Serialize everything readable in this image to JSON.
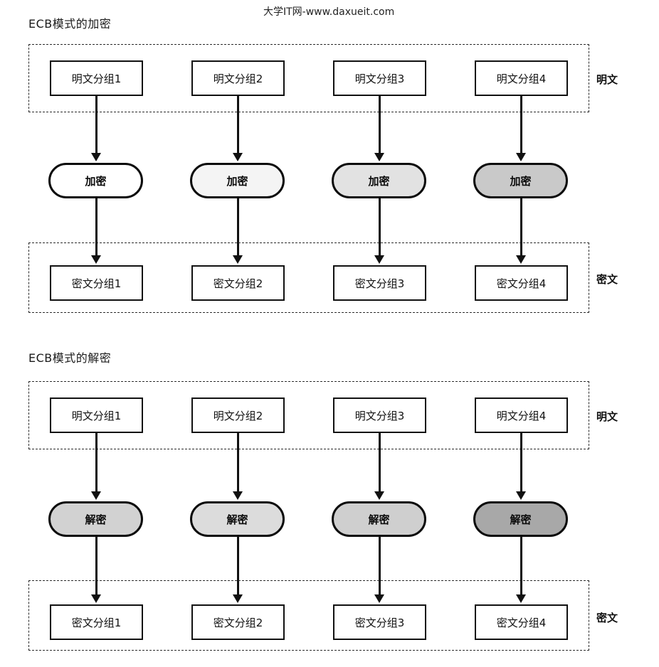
{
  "watermark": "大学IT网-www.daxueit.com",
  "sections": [
    {
      "id": "encryption",
      "title": "ECB模式的加密",
      "top_band": {
        "label": "明文",
        "nodes": [
          "明文分组1",
          "明文分组2",
          "明文分组3",
          "明文分组4"
        ]
      },
      "operation": {
        "nodes": [
          "加密",
          "加密",
          "加密",
          "加密"
        ],
        "fills": [
          "#ffffff",
          "#f4f4f4",
          "#e2e2e2",
          "#c9c9c9"
        ]
      },
      "bottom_band": {
        "label": "密文",
        "nodes": [
          "密文分组1",
          "密文分组2",
          "密文分组3",
          "密文分组4"
        ]
      }
    },
    {
      "id": "decryption",
      "title": "ECB模式的解密",
      "top_band": {
        "label": "明文",
        "nodes": [
          "明文分组1",
          "明文分组2",
          "明文分组3",
          "明文分组4"
        ]
      },
      "operation": {
        "nodes": [
          "解密",
          "解密",
          "解密",
          "解密"
        ],
        "fills": [
          "#d2d2d2",
          "#dcdcdc",
          "#cfcfcf",
          "#a8a8a8"
        ]
      },
      "bottom_band": {
        "label": "密文",
        "nodes": [
          "密文分组1",
          "密文分组2",
          "密文分组3",
          "密文分组4"
        ]
      }
    }
  ]
}
